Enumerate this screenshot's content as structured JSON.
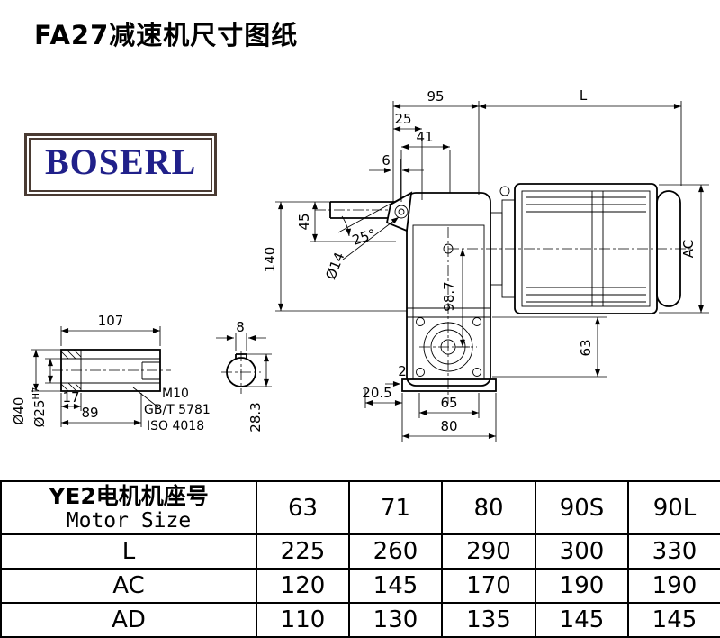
{
  "page": {
    "title": "FA27减速机尺寸图纸"
  },
  "logo": {
    "text": "BOSERL"
  },
  "drawing": {
    "dims": {
      "w95": "95",
      "L": "L",
      "w25": "25",
      "w41": "41",
      "w6": "6",
      "h45": "45",
      "h140": "140",
      "dia14": "Ø14",
      "angle25": "25°",
      "h98_7": "98.7",
      "AC": "AC",
      "h63": "63",
      "w2": "2",
      "w20_5": "20.5",
      "w65": "65",
      "w80": "80",
      "w107": "107",
      "w8": "8",
      "w17": "17",
      "w89": "89",
      "m10": "M10",
      "gbt5781": "GB/T 5781",
      "iso4018": "ISO 4018",
      "dia40": "Ø40",
      "dia25": "Ø25",
      "dia25_tol": "H7",
      "h28_3": "28.3"
    }
  },
  "table": {
    "header": {
      "label_cn": "YE2电机机座号",
      "label_en": "Motor Size",
      "sizes": [
        "63",
        "71",
        "80",
        "90S",
        "90L"
      ]
    },
    "rows": [
      {
        "label": "L",
        "values": [
          "225",
          "260",
          "290",
          "300",
          "330"
        ]
      },
      {
        "label": "AC",
        "values": [
          "120",
          "145",
          "170",
          "190",
          "190"
        ]
      },
      {
        "label": "AD",
        "values": [
          "110",
          "130",
          "135",
          "145",
          "145"
        ]
      }
    ]
  }
}
